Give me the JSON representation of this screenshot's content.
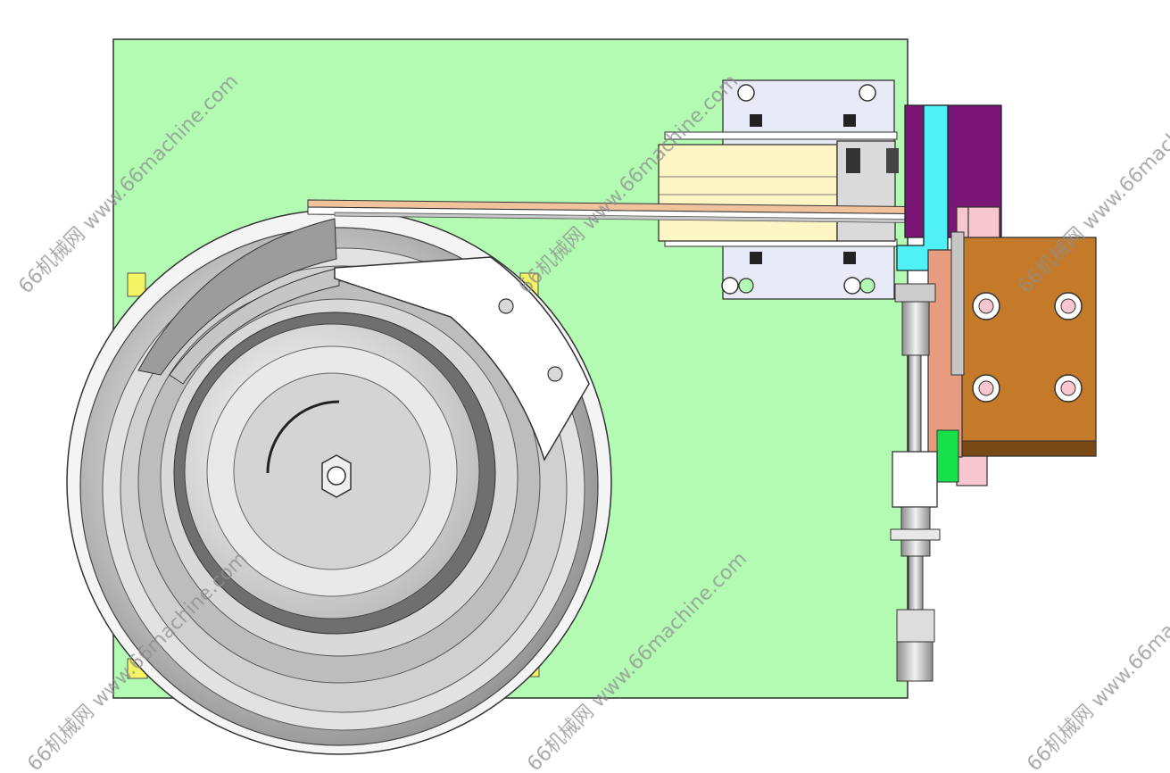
{
  "watermark": {
    "brand_cn": "66机械网",
    "site": "www.66machine.com",
    "full": "66机械网 www.66machine.com"
  },
  "colors": {
    "base_plate": "#b3fbb3",
    "bowl": "#d8d8d8",
    "bowl_shadow": "#7a7a7a",
    "feeder_body": "#fdf6c4",
    "bracket": "#e8eaf7",
    "purple_block": "#7a1676",
    "cyan_block": "#4ff0f6",
    "copper_block": "#c47a29",
    "pink_block": "#f7c6cf",
    "salmon_block": "#e79b7f",
    "green_tab": "#16e04a",
    "yellow_pad": "#f4f464"
  }
}
